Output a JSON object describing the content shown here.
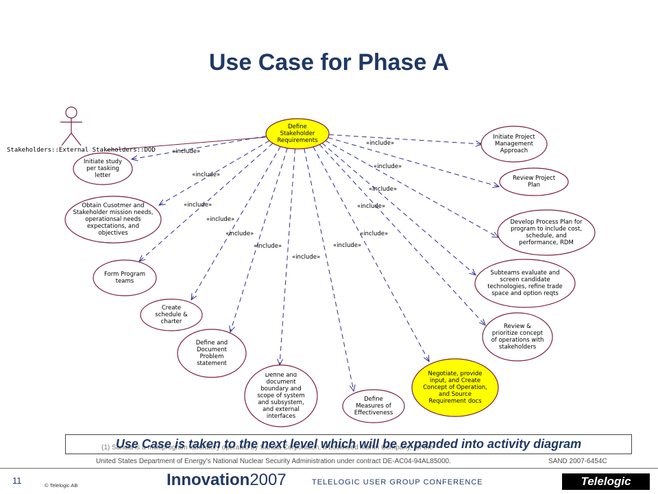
{
  "slide": {
    "title": "Use Case for Phase A",
    "callout": "Use Case is taken to the next level which will be expanded into activity diagram",
    "footnote_line1": "(1) Sandia is a multiprogram laboratory operated by Sandia Corporation, a Lockheed Martin Company, for the",
    "footnote_line2": "United States Department of Energy’s National Nuclear Security Administration under contract DE-AC04-94AL85000.",
    "sand_number": "SAND 2007-6454C",
    "page_number": "11",
    "copyright": "© Telelogic AB",
    "innovation_word": "Innovation",
    "innovation_year": "2007",
    "conference": "TELELOGIC USER GROUP CONFERENCE",
    "telelogic_logo": "Telelogic"
  },
  "diagram": {
    "actor": "Stakeholders::External Stakeholders::DOD",
    "hub": "Define Stakeholder Requirements",
    "include_label": "«include»",
    "use_cases": [
      {
        "id": "initiate-study",
        "text": "Initiate study per tasking letter",
        "highlight": false
      },
      {
        "id": "obtain-customer",
        "text": "Obtain Cusotmer and Stakeholder mission needs, operationsal needs expectations, and objectives",
        "highlight": false
      },
      {
        "id": "form-program",
        "text": "Form Program teams",
        "highlight": false
      },
      {
        "id": "create-schedule",
        "text": "Create schedule & charter",
        "highlight": false
      },
      {
        "id": "define-problem",
        "text": "Define and Document Problem statement",
        "highlight": false
      },
      {
        "id": "define-boundary",
        "text": "Define and document boundary and scope of system and subsystem, and external interfaces",
        "highlight": false
      },
      {
        "id": "define-moe",
        "text": "Define Measures of Effectiveness",
        "highlight": false
      },
      {
        "id": "negotiate",
        "text": "Negotiate, provide input, and Create Concept of Operation, and Source Requirement docs",
        "highlight": true
      },
      {
        "id": "review-prioritize",
        "text": "Review & prioritize concept of operations with stakeholders",
        "highlight": false
      },
      {
        "id": "subteams",
        "text": "Subteams evaluate and screen candidate technologies, refine trade space and option reqts",
        "highlight": false
      },
      {
        "id": "develop-process",
        "text": "Develop Process Plan for program to include cost, schedule, and performance, RDM",
        "highlight": false
      },
      {
        "id": "review-plan",
        "text": "Review Project Plan",
        "highlight": false
      },
      {
        "id": "initiate-pm",
        "text": "Initiate Project Management Approach",
        "highlight": false
      }
    ],
    "colors": {
      "ellipse_border": "#7a1f3d",
      "ellipse_fill": "#ffffff",
      "highlight_fill": "#ffff00",
      "arrow": "#2b2b8f"
    }
  }
}
